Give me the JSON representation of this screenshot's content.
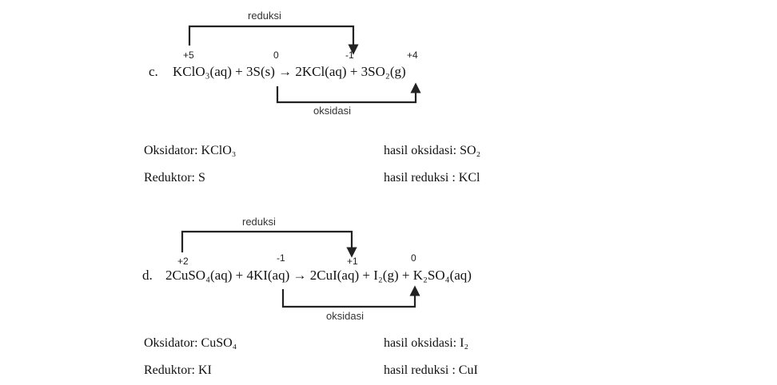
{
  "examples": [
    {
      "label": "c.",
      "equation": "KClO₃(aq) + 3S(s) → 2KCl(aq) + 3SO₂(g)",
      "oxidation_numbers": [
        "+5",
        "0",
        "-1",
        "+4"
      ],
      "reduction_label": "reduksi",
      "oxidation_label": "oksidasi",
      "oxidizer": {
        "label": "Oksidator:",
        "value": "KClO₃"
      },
      "reducer": {
        "label": "Reduktor:",
        "value": "S"
      },
      "oxidation_product": {
        "label": "hasil oksidasi:",
        "value": "SO₂"
      },
      "reduction_product": {
        "label": "hasil reduksi :",
        "value": "KCl"
      }
    },
    {
      "label": "d.",
      "equation": "2CuSO₄(aq) + 4KI(aq) → 2CuI(aq) + I₂(g) + K₂SO₄(aq)",
      "oxidation_numbers": [
        "+2",
        "-1",
        "+1",
        "0"
      ],
      "reduction_label": "reduksi",
      "oxidation_label": "oksidasi",
      "oxidizer": {
        "label": "Oksidator:",
        "value": "CuSO₄"
      },
      "reducer": {
        "label": "Reduktor:",
        "value": "KI"
      },
      "oxidation_product": {
        "label": "hasil oksidasi:",
        "value": "I₂"
      },
      "reduction_product": {
        "label": "hasil reduksi :",
        "value": "CuI"
      }
    }
  ]
}
